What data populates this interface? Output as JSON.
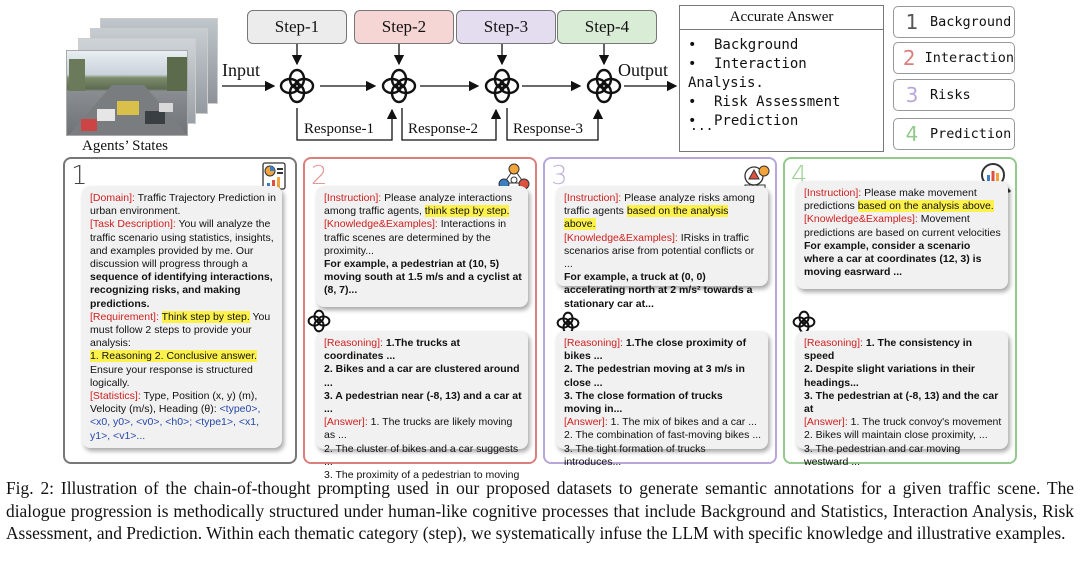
{
  "steps": [
    "Step-1",
    "Step-2",
    "Step-3",
    "Step-4"
  ],
  "step_colors": [
    "#ececec",
    "#f6d6d5",
    "#e4ddef",
    "#d9ecd6"
  ],
  "flow": {
    "input_label": "Input",
    "output_label": "Output",
    "responses": [
      "Response-1",
      "Response-2",
      "Response-3"
    ],
    "agents_label": "Agents’ States"
  },
  "answer": {
    "title": "Accurate Answer",
    "items": [
      "Background",
      "Interaction Analysis.",
      "Risk Assessment",
      "Prediction",
      "..."
    ]
  },
  "legend": [
    {
      "num": "1",
      "label": "Background",
      "color": "#555555"
    },
    {
      "num": "2",
      "label": "Interaction",
      "color": "#d9807d"
    },
    {
      "num": "3",
      "label": "Risks",
      "color": "#b9a6d8"
    },
    {
      "num": "4",
      "label": "Prediction",
      "color": "#93c98c"
    }
  ],
  "panels": {
    "p1": {
      "num": "1",
      "domain_tag": "[Domain]:",
      "domain_text": " Traffic Trajectory Prediction in urban environment.",
      "task_tag": "[Task Description]:",
      "task_text": " You will analyze the traffic scenario using statistics, insights, and examples provided by me. Our discussion will progress through a ",
      "task_bold": "sequence of identifying interactions, recognizing risks, and making predictions.",
      "req_tag": "[Requirement]:",
      "req_hl": "Think step by step.",
      "req_text": " You must follow 2 steps to provide your analysis:",
      "req_hl2": "1. Reasoning 2. Conclusive answer.",
      "req_text2": "Ensure your response is structured logically.",
      "stat_tag": "[Statistics]:",
      "stat_text": " Type, Position (x, y) (m), Velocity (m/s), Heading (θ): ",
      "stat_blue": "<type0>, <x0, y0>, <v0>, <h0>; <type1>, <x1, y1>, <v1>..."
    },
    "p2": {
      "num": "2",
      "instr_tag": "[Instruction]:",
      "instr_text": " Please analyze interactions among traffic agents, ",
      "instr_hl": "think step by step.",
      "know_tag": "[Knowledge&Examples]:",
      "know_text": " Interactions in traffic scenes are determined by the proximity...",
      "example": "For example, a pedestrian at (10, 5) moving south at 1.5 m/s and a cyclist at (8, 7)...",
      "reason_tag": "[Reasoning]:",
      "reason_lines": [
        " 1.The trucks at coordinates ...",
        "2. Bikes and a car are clustered around ...",
        "3. A pedestrian near (-8, 13) and a car at ..."
      ],
      "answer_tag": "[Answer]:",
      "answer_lines": [
        " 1. The trucks are likely moving as ...",
        "2. The cluster of bikes and a car suggests ...",
        "3. The proximity of a pedestrian to moving ..."
      ]
    },
    "p3": {
      "num": "3",
      "instr_tag": "[Instruction]:",
      "instr_text": " Please analyze risks among traffic agents ",
      "instr_hl": "based on the analysis above.",
      "know_tag": "[Knowledge&Examples]:",
      "know_text": " IRisks in traffic scenarios arise from potential conflicts or ...",
      "example": "For example, a truck at (0, 0) accelerating north at 2 m/s² towards a stationary car at...",
      "reason_tag": "[Reasoning]:",
      "reason_lines": [
        " 1.The close proximity of bikes ...",
        "2. The pedestrian moving at 3 m/s in close ...",
        "3. The close formation of trucks moving in..."
      ],
      "answer_tag": "[Answer]:",
      "answer_lines": [
        " 1. The mix of bikes and a car ...",
        "2. The combination of fast-moving bikes ...",
        "3. The tight formation of trucks introduces..."
      ]
    },
    "p4": {
      "num": "4",
      "instr_tag": "[Instruction]:",
      "instr_text": " Please make movement predictions ",
      "instr_hl": "based on the analysis above.",
      "know_tag": "[Knowledge&Examples]:",
      "know_text": " Movement predictions are based on current velocities",
      "example": "For example, consider a scenario where a car at coordinates (12, 3) is moving easrward ...",
      "reason_tag": "[Reasoning]:",
      "reason_lines": [
        " 1. The consistency in speed",
        "2. Despite slight variations in their headings...",
        "3. The pedestrian at (-8, 13) and the car at"
      ],
      "answer_tag": "[Answer]:",
      "answer_lines": [
        " 1. The truck convoy's movement",
        "2. Bikes will maintain close proximity,  ...",
        "3. The pedestrian and car moving westward ..."
      ]
    }
  },
  "caption": "Fig. 2: Illustration of the chain-of-thought prompting used in our proposed datasets to generate semantic annotations for a given traffic scene. The dialogue progression is methodically structured under human-like cognitive processes that include Background and Statistics, Interaction Analysis, Risk Assessment, and Prediction. Within each thematic category (step), we systematically infuse the LLM with specific knowledge and illustrative examples."
}
